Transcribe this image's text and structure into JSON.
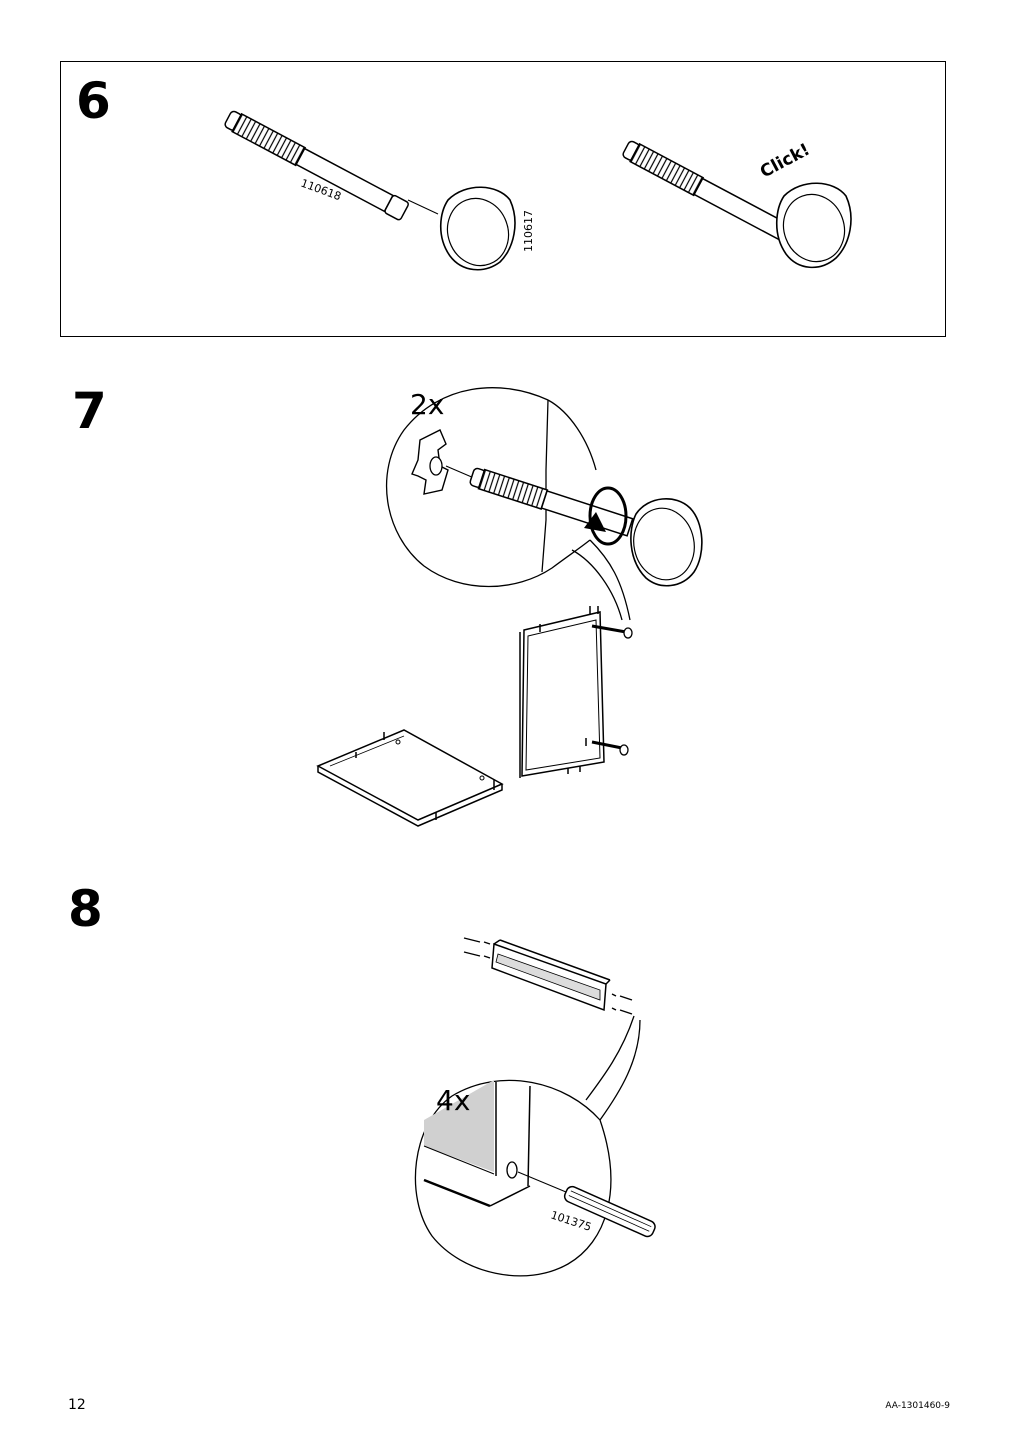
{
  "steps": [
    {
      "number": "6",
      "labels": {
        "part_a": "110618",
        "part_b": "110617",
        "sound": "Click!"
      }
    },
    {
      "number": "7",
      "labels": {
        "qty": "2x"
      }
    },
    {
      "number": "8",
      "labels": {
        "qty": "4x",
        "part": "101375"
      }
    }
  ],
  "footer": {
    "page": "12",
    "doc_code": "AA-1301460-9"
  }
}
